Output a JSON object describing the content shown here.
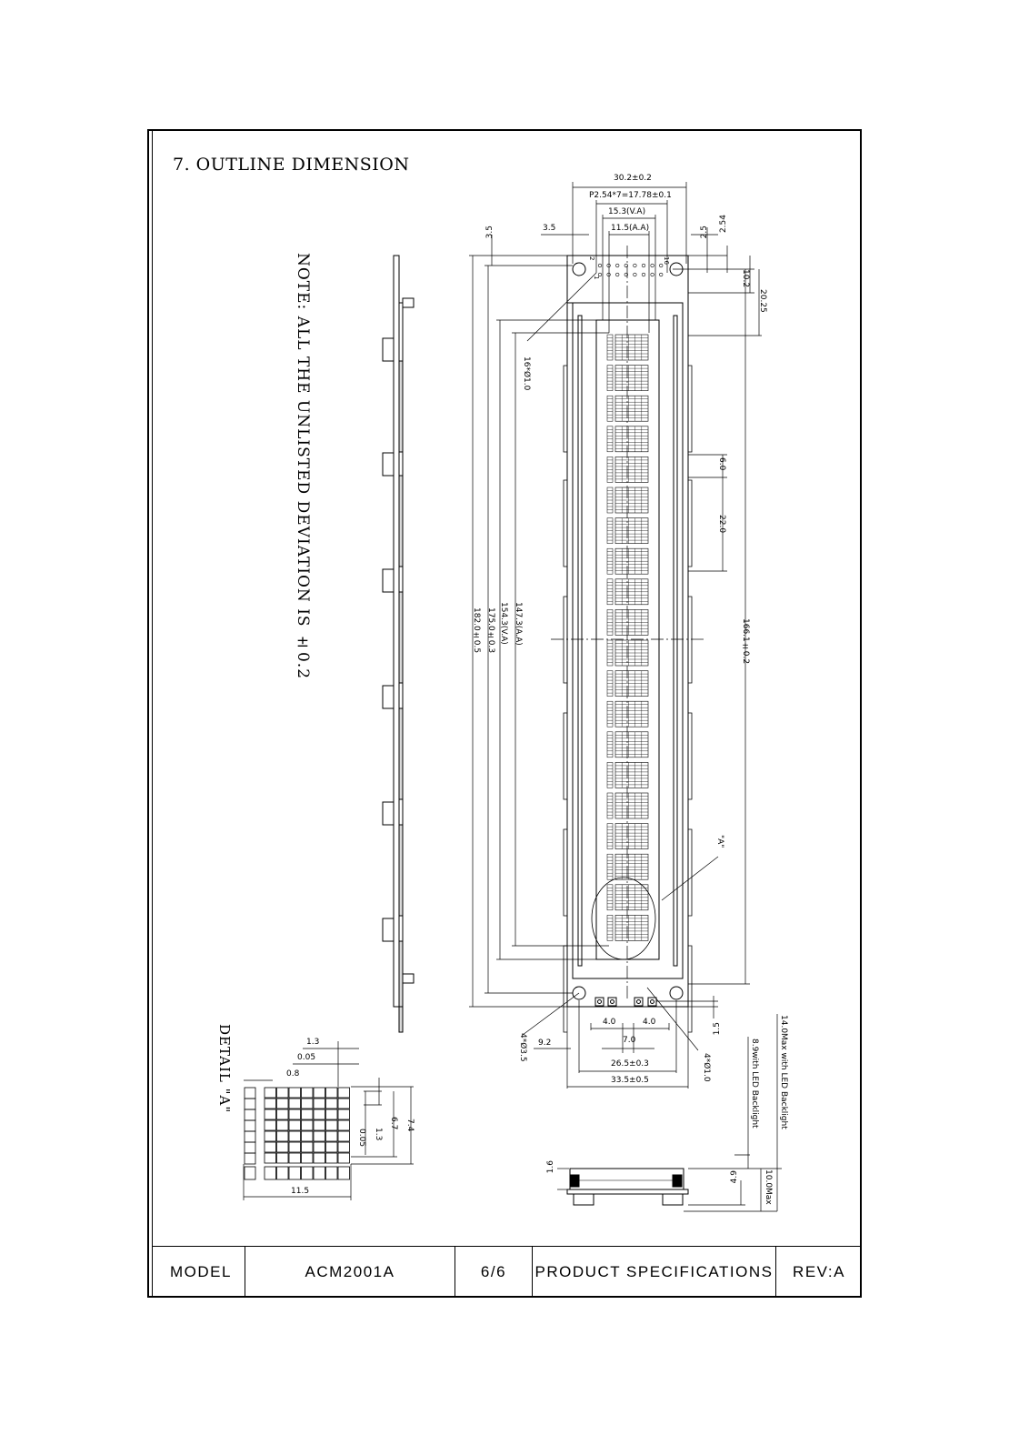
{
  "section_title": "7. OUTLINE DIMENSION",
  "note": "NOTE: ALL THE UNLISTED DEVIATION IS ±0.2",
  "detail_label": "DETAIL \"A\"",
  "dimensions": {
    "width_total": "30.2±0.2",
    "pitch": "P2.54*7=17.78±0.1",
    "va_width": "15.3(V.A)",
    "aa_width": "11.5(A.A)",
    "pin_offset_left": "3.5",
    "top_margin": "3.5",
    "pin_offset_right": "2.5",
    "pin_pitch": "2.54",
    "dim_10_2": "10.2",
    "dim_20_25": "20.25",
    "holes": "16*Ø1.0",
    "tab_6": "6.0",
    "tab_22": "22.0",
    "aa_length": "147.3(A.A)",
    "va_length": "154.3(V.A)",
    "bezel_length": "175.0±0.3",
    "total_length": "182.0±0.5",
    "hole_spacing": "166.1±0.2",
    "detail_a": "\"A\"",
    "mount_holes": "4*Ø3.5",
    "small_holes": "4*Ø1.0",
    "dim_9_2": "9.2",
    "dim_4_0a": "4.0",
    "dim_4_0b": "4.0",
    "dim_7_0": "7.0",
    "dim_1_5": "1.5",
    "hole_span": "26.5±0.3",
    "bottom_width": "33.5±0.5",
    "thick_led": "14.0Max with LED Backlight",
    "thick_led2": "8.9with LED Backlight",
    "side_1_6": "1.6",
    "side_4_9": "4.9",
    "side_10_0": "10.0Max"
  },
  "detail": {
    "d_1_3": "1.3",
    "d_0_05": "0.05",
    "d_0_8": "0.8",
    "d_7_4": "7.4",
    "d_6_7": "6.7",
    "d_1_3v": "1.3",
    "d_0_05v": "0.05",
    "d_11_5": "11.5"
  },
  "pin_labels": {
    "p2": "2",
    "p1": "1",
    "p16": "16"
  },
  "titleblock": {
    "model_label": "MODEL",
    "model_value": "ACM2001A",
    "page": "6/6",
    "doc_type": "PRODUCT SPECIFICATIONS",
    "revision": "REV:A"
  }
}
